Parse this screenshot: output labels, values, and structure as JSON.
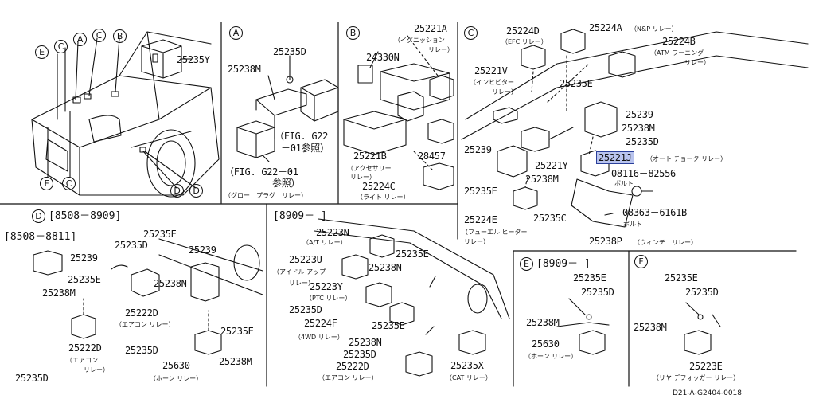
{
  "code": "D21-A-G2404-0018",
  "sections": {
    "a": {
      "title": "A"
    },
    "b": {
      "title": "B"
    },
    "c": {
      "title": "C"
    },
    "d": {
      "title": "D",
      "range": "[8508－8909]",
      "sub": "[8508－8811]"
    },
    "main2": {
      "range": "[8909－        ]"
    },
    "e": {
      "title": "E",
      "range": "[8909－        ]"
    },
    "f": {
      "title": "F"
    }
  },
  "overview": {
    "callouts": [
      "E",
      "C",
      "A",
      "C",
      "B",
      "F",
      "C",
      "D",
      "D"
    ],
    "relay_label": "25235Y"
  },
  "a_parts": {
    "p1": "25235D",
    "p2": "25238M",
    "fig1": "（FIG. G22",
    "fig1b": "－01参照）",
    "fig2": "（FIG. G22－01",
    "fig2b": "参照）",
    "name": "（グロー　プラグ　リレー）"
  },
  "b_parts": {
    "p1": "25221A",
    "n1a": "（イグニッション",
    "n1b": "リレー）",
    "p2": "24330N",
    "p3": "25221B",
    "n3a": "（アクセサリー",
    "n3b": "リレー）",
    "p4": "25224C",
    "n4": "（ライト リレー）",
    "p5": "28457"
  },
  "c_parts": {
    "p1": "25224D",
    "n1": "（EFC リレー）",
    "p2": "25224A",
    "n2": "（N&P リレー）",
    "p3": "25224B",
    "n3a": "（ATM ワーニング",
    "n3b": "リレー）",
    "p4": "25221V",
    "n4a": "（インヒビター",
    "n4b": "リレー）",
    "p5": "25235E",
    "p6": "25239",
    "p7": "25238M",
    "p8": "25235D",
    "p9": "25221J",
    "n9": "（オート チョーク リレー）",
    "p10": "25239",
    "p11": "25221Y",
    "p12": "08116－82556",
    "n12": "ボルト",
    "p13": "25238M",
    "p14": "25235E",
    "p15": "25224E",
    "n15a": "（フューエル ヒーター",
    "n15b": "リレー）",
    "p16": "25235C",
    "p17": "08363－6161B",
    "n17": "ボルト",
    "p18": "25238P",
    "n18": "（ウィンチ　リレー）"
  },
  "d_parts": {
    "p1": "25239",
    "p2": "25235E",
    "p3": "25238M",
    "p4": "25222D",
    "n4a": "（エアコン",
    "n4b": "リレー）",
    "p5": "25235D",
    "q1": "25235E",
    "q2": "25235D",
    "q3": "25239",
    "q4": "25238N",
    "q5": "25222D",
    "nq5": "（エアコン リレー）",
    "q6": "25235E",
    "q7": "25235D",
    "q8": "25630",
    "nq8": "（ホーン リレー）",
    "q9": "25238M"
  },
  "m_parts": {
    "p1": "25223N",
    "n1": "（A/T リレー）",
    "p2": "25223U",
    "n2a": "（アイドル アップ",
    "n2b": "リレー）",
    "p3": "25238N",
    "p4": "25235E",
    "p5": "25223Y",
    "n5": "（PTC リレー）",
    "p6": "25235D",
    "p7": "25224F",
    "n7": "（4WD リレー）",
    "p8": "25235E",
    "p9": "25238N",
    "p10": "25235D",
    "p11": "25222D",
    "n11": "（エアコン リレー）",
    "p12": "25235X",
    "n12": "（CAT リレー）"
  },
  "e_parts": {
    "p1": "25235E",
    "p2": "25235D",
    "p3": "25238M",
    "p4": "25630",
    "n4": "（ホーン リレー）"
  },
  "f_parts": {
    "p1": "25235E",
    "p2": "25235D",
    "p3": "25238M",
    "p4": "25223E",
    "n4": "（リヤ デフォッガー リレー）"
  }
}
